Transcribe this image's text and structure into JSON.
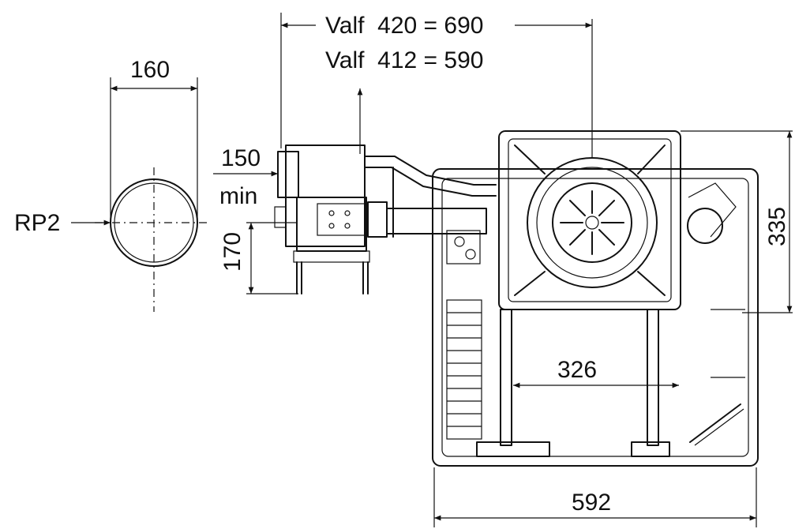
{
  "dimensions": {
    "valf_420": "Valf  420 = 690",
    "valf_412": "Valf  412 = 590",
    "pipe_diameter": "160",
    "connection": "RP2",
    "offset_min_value": "150",
    "offset_min_label": "min",
    "height_170": "170",
    "width_326": "326",
    "height_335": "335",
    "width_592": "592"
  },
  "colors": {
    "line": "#111111",
    "background": "#ffffff"
  }
}
